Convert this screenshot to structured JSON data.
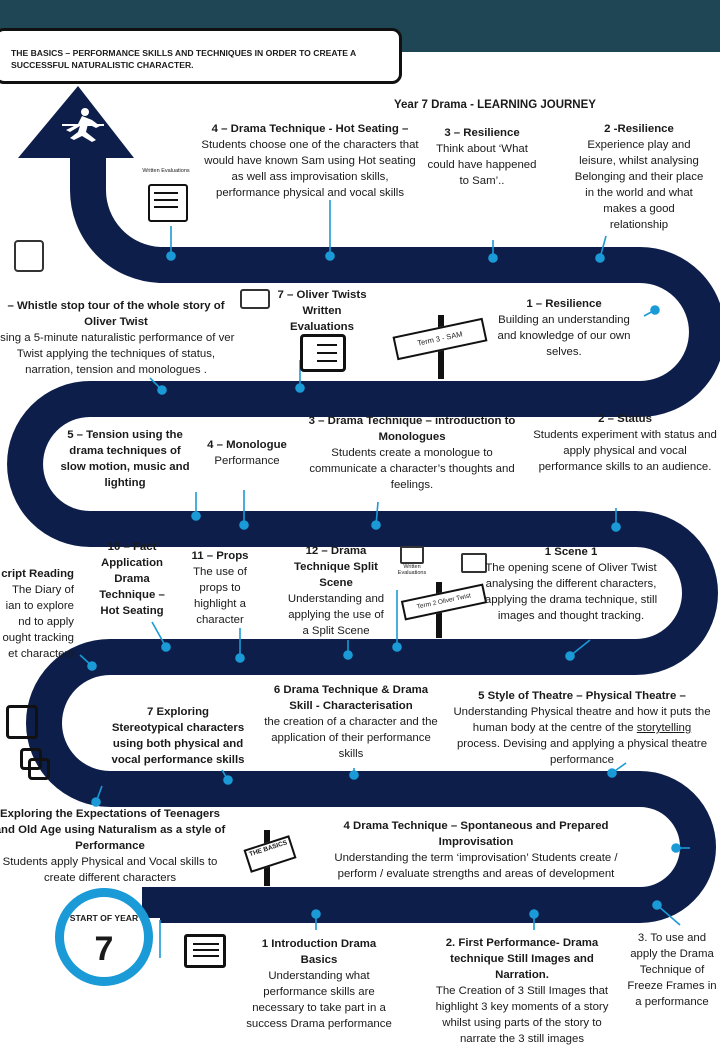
{
  "header": {
    "banner": "THE BASICS – PERFORMANCE SKILLS AND TECHNIQUES IN ORDER TO CREATE A SUCCESSFUL NATURALISTIC CHARACTER.",
    "title": "Year 7 Drama - LEARNING JOURNEY"
  },
  "start": {
    "label": "START OF YEAR",
    "number": "7"
  },
  "signs": {
    "term3": "Term 3 - SAM",
    "term2": "Term 2 Oliver Twist",
    "basics": "THE BASICS"
  },
  "icons": {
    "written_evaluations_1": "Written Evaluations",
    "written_evaluations_2": "Written Evaluations"
  },
  "colors": {
    "road": "#0e1e4b",
    "accent": "#1a9ad6",
    "header_bar": "#1f4655"
  },
  "steps": {
    "s1": {
      "title": "1 Introduction Drama Basics",
      "body": "Understanding what performance skills are necessary to take part in a success Drama performance"
    },
    "s2": {
      "title": "2. First Performance- Drama technique Still Images and Narration.",
      "body": "The Creation of 3 Still Images that highlight 3 key moments of a story whilst using parts of the story to narrate the 3 still images"
    },
    "s3": {
      "body": "3. To use and apply the Drama Technique  of Freeze Frames in a performance"
    },
    "s4": {
      "title": "4 Drama Technique – Spontaneous and Prepared Improvisation",
      "body": "Understanding the term ‘improvisation’ Students  create / perform / evaluate strengths and areas of development"
    },
    "s5left": {
      "title": "Exploring the Expectations of Teenagers and Old Age using Naturalism as a style of Performance",
      "body": "Students apply Physical and Vocal skills to create different  characters"
    },
    "s5": {
      "title": "5 Style of Theatre – Physical Theatre –",
      "body_a": "Understanding Physical theatre and how it puts the human body at the centre of the ",
      "body_u": "storytelling",
      "body_b": " process. Devising and applying a physical theatre performance"
    },
    "s6": {
      "title": "6 Drama Technique &  Drama Skill - Characterisation",
      "body": "the creation of a character and the application of their performance skills"
    },
    "s7": {
      "title": "7 Exploring Stereotypical characters using both physical and vocal performance skills"
    },
    "scene1": {
      "title": "1 Scene 1",
      "body": "The opening scene of Oliver Twist analysing the different characters, applying the drama technique, still images and thought tracking."
    },
    "s12": {
      "title": "12 – Drama Technique Split Scene",
      "body": "Understanding and applying the use of a Split Scene"
    },
    "s11": {
      "title": "11 – Props",
      "body": "The use of props to highlight a character"
    },
    "s10": {
      "title": "10 – Fact Application Drama Technique – Hot Seating"
    },
    "script": {
      "title": "cript Reading",
      "body": "The Diary of ian to explore nd to apply ought tracking et characters"
    },
    "status": {
      "title": "2 – Status",
      "body": "Students experiment with status and apply physical and vocal performance skills to an audience."
    },
    "mono3": {
      "title": "3 – Drama Technique – introduction to Monologues",
      "body": "Students create a monologue to communicate a character’s thoughts and feelings."
    },
    "mono4": {
      "title": "4 – Monologue",
      "body": "Performance"
    },
    "tension": {
      "title": "5 – Tension using the drama techniques of slow motion, music and lighting"
    },
    "whistle": {
      "title": "– Whistle stop tour of the whole story of Oliver Twist",
      "body": "ising a 5-minute naturalistic performance of ver Twist applying the techniques of status, narration, tension and monologues ."
    },
    "oliver7": {
      "title": "7 – Oliver Twists Written Evaluations"
    },
    "res1": {
      "title": "1 – Resilience",
      "body": "Building an understanding and knowledge of our own selves."
    },
    "res2": {
      "title": "2 -Resilience",
      "body": "Experience play and leisure, whilst analysing Belonging and their place in the world   and what makes a good relationship"
    },
    "res3": {
      "title": "3 – Resilience",
      "body": "Think about ‘What could have happened to Sam’.."
    },
    "hot4": {
      "title": "4 – Drama Technique - Hot Seating –",
      "body": "Students choose one of the characters that would have known Sam using Hot seating as well ass improvisation skills, performance physical and vocal skills"
    }
  }
}
